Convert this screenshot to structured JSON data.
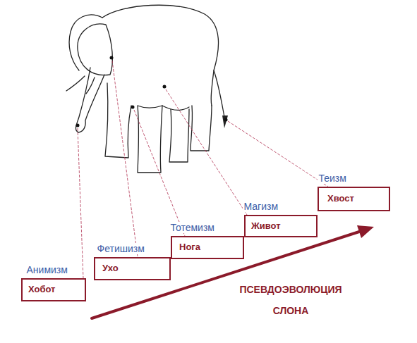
{
  "diagram": {
    "nodes": [
      {
        "text": [
          "Анимизм",
          "Хобот"
        ]
      },
      {
        "text": [
          "Фетишизм",
          "Ухо"
        ]
      },
      {
        "text": [
          "Тотемизм",
          "Нога"
        ]
      },
      {
        "text": [
          "Магизм",
          "Живот"
        ]
      },
      {
        "text": [
          "Теизм",
          "Хвост"
        ]
      }
    ],
    "labels": [
      "ПСЕВДОЭВОЛЮЦИЯ СЛОНА"
    ]
  }
}
